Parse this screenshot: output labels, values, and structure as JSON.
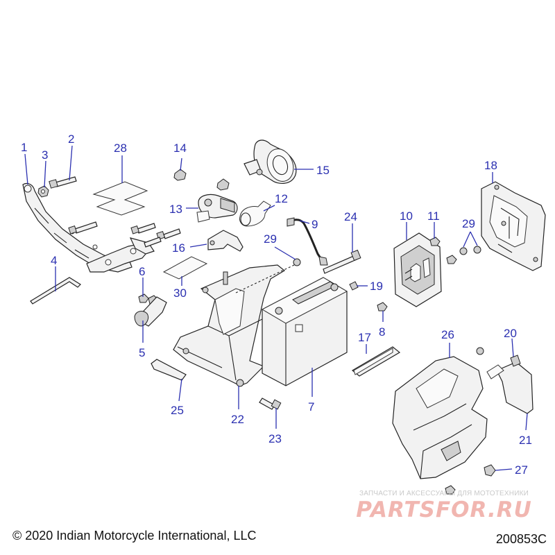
{
  "callouts": [
    "1",
    "2",
    "3",
    "4",
    "5",
    "6",
    "7",
    "8",
    "9",
    "10",
    "11",
    "12",
    "13",
    "14",
    "15",
    "16",
    "17",
    "18",
    "19",
    "20",
    "21",
    "22",
    "23",
    "24",
    "25",
    "26",
    "27",
    "28",
    "29",
    "30"
  ],
  "copyright": "© 2020 Indian Motorcycle International, LLC",
  "diagram_number": "200853C",
  "watermark": {
    "top": "ЗАПЧАСТИ И АКСЕССУАРЫ ДЛЯ МОТОТЕХНИКИ",
    "main": "PARTSFOR.RU"
  }
}
